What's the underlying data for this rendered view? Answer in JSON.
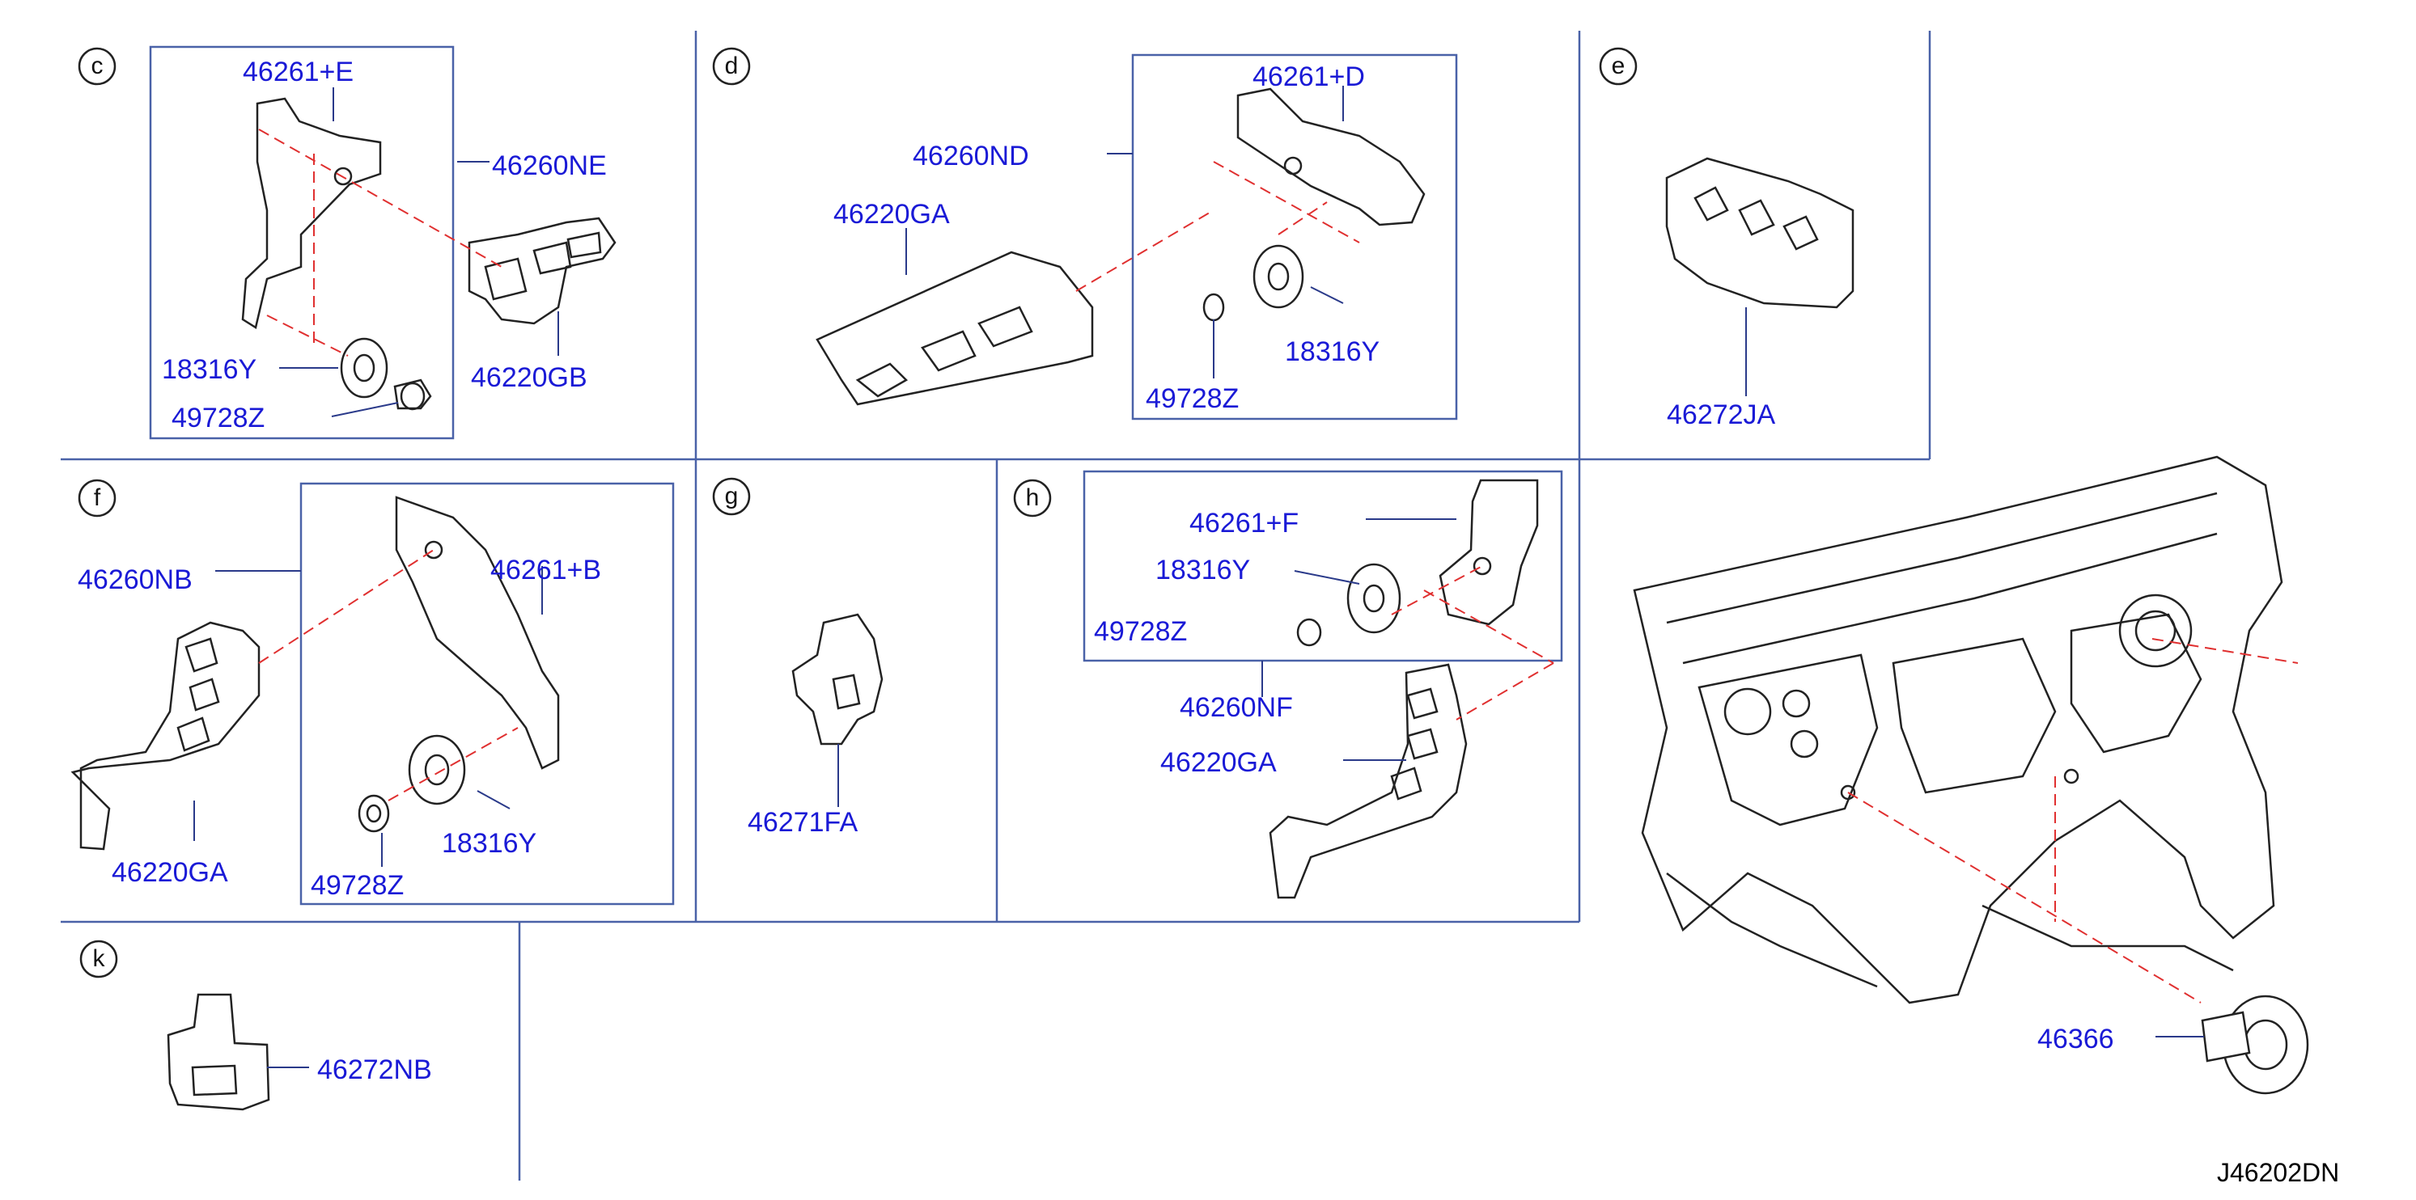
{
  "diagram_code": "J46202DN",
  "sections": [
    {
      "id": "c",
      "letter": "c",
      "parts": [
        "46261+E",
        "46260NE",
        "46220GB",
        "18316Y",
        "49728Z"
      ]
    },
    {
      "id": "d",
      "letter": "d",
      "parts": [
        "46261+D",
        "46260ND",
        "46220GA",
        "18316Y",
        "49728Z"
      ]
    },
    {
      "id": "e",
      "letter": "e",
      "parts": [
        "46272JA"
      ]
    },
    {
      "id": "f",
      "letter": "f",
      "parts": [
        "46260NB",
        "46261+B",
        "46220GA",
        "49728Z",
        "18316Y"
      ]
    },
    {
      "id": "g",
      "letter": "g",
      "parts": [
        "46271FA"
      ]
    },
    {
      "id": "h",
      "letter": "h",
      "parts": [
        "46261+F",
        "18316Y",
        "49728Z",
        "46260NF",
        "46220GA"
      ]
    },
    {
      "id": "k",
      "letter": "k",
      "parts": [
        "46272NB"
      ]
    },
    {
      "id": "main",
      "letter": "",
      "parts": [
        "46366"
      ]
    }
  ],
  "colors": {
    "label": "#1a1ad6",
    "frame": "#4a62a8",
    "leader": "#2a3a8a",
    "hidden_line": "#e03030",
    "drawing": "#222222"
  }
}
